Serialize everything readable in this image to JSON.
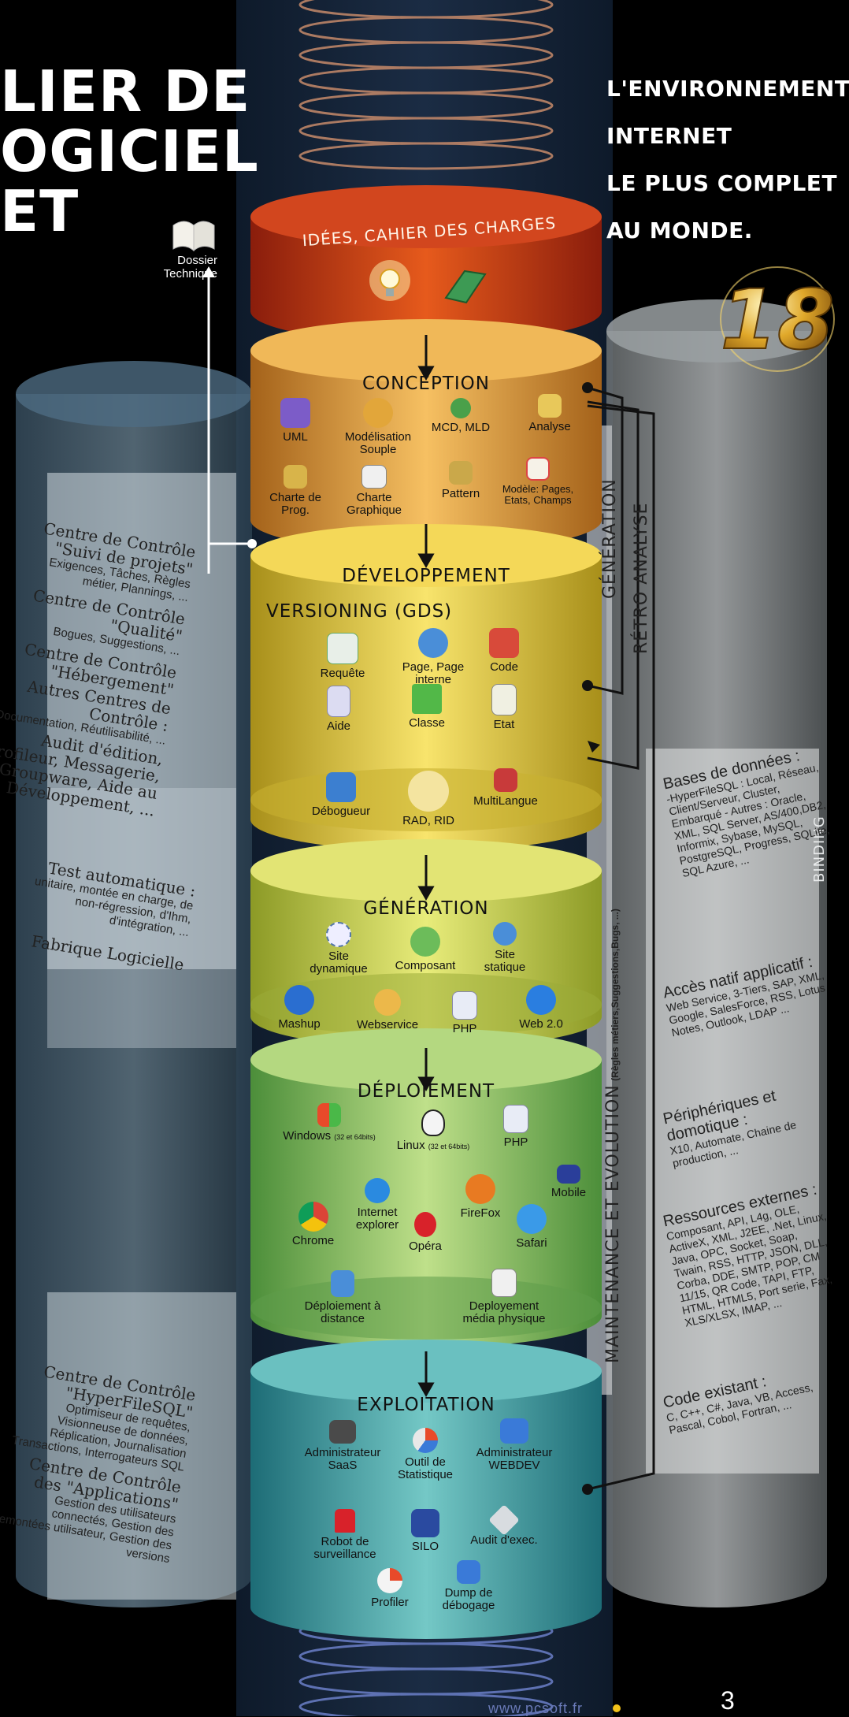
{
  "header": {
    "title_lines": [
      "LIER DE",
      "OGICIEL",
      "ET"
    ],
    "tagline": [
      "L'ENVIRONNEMENT",
      "INTERNET",
      "LE PLUS COMPLET",
      "AU MONDE."
    ],
    "badge": "18",
    "dossier": [
      "Dossier",
      "Technique"
    ]
  },
  "layers": {
    "idees": {
      "title": "IDÉES, CAHIER DES CHARGES"
    },
    "conception": {
      "title": "CONCEPTION",
      "items": [
        "UML",
        "Modélisation Souple",
        "MCD, MLD",
        "Analyse",
        "Charte de Prog.",
        "Charte Graphique",
        "Pattern",
        "Modèle: Pages, Etats, Champs"
      ]
    },
    "developpement": {
      "title": "DÉVELOPPEMENT",
      "subtitle": "VERSIONING (GDS)",
      "items": [
        "Requête",
        "Page, Page interne",
        "Code",
        "Aide",
        "Classe",
        "Etat",
        "Débogueur",
        "RAD, RID",
        "MultiLangue"
      ]
    },
    "generation": {
      "title": "GÉNÉRATION",
      "items": [
        "Site dynamique",
        "Composant",
        "Site statique",
        "Mashup",
        "Webservice",
        "PHP",
        "Web 2.0"
      ]
    },
    "deploiement": {
      "title": "DÉPLOIEMENT",
      "windows_main": "Windows",
      "windows_note": "(32 et 64bits)",
      "linux_main": "Linux",
      "linux_note": "(32 et 64bits)",
      "items": [
        "PHP",
        "Mobile",
        "Internet explorer",
        "FireFox",
        "Chrome",
        "Opéra",
        "Safari",
        "Déploiement à distance",
        "Deployement média physique"
      ]
    },
    "exploitation": {
      "title": "EXPLOITATION",
      "items": [
        "Administrateur SaaS",
        "Outil de Statistique",
        "Administrateur WEBDEV",
        "Robot de surveillance",
        "SILO",
        "Audit d'exec.",
        "Profiler",
        "Dump de débogage"
      ]
    }
  },
  "left_panels": {
    "p1": [
      {
        "title": "Centre de Contrôle \"Suivi de projets\"",
        "text": "Exigences, Tâches, Règles métier, Plannings, ..."
      },
      {
        "title": "Centre de Contrôle \"Qualité\"",
        "text": "Bogues, Suggestions, ..."
      },
      {
        "title": "Centre de Contrôle \"Hébergement\"",
        "text": ""
      },
      {
        "title": "Autres Centres de Contrôle :",
        "text": "Documentation, Réutilisabilité, ..."
      },
      {
        "title": "Audit d'édition, Profileur, Messagerie, Groupware, Aide au Développement, ...",
        "text": ""
      }
    ],
    "p2": [
      {
        "title": "Test automatique :",
        "text": "unitaire, montée en charge, de non-régression, d'Ihm, d'intégration, ..."
      },
      {
        "title": "Fabrique Logicielle",
        "text": ""
      }
    ],
    "p3": [
      {
        "title": "Centre de Contrôle \"HyperFileSQL\"",
        "text": "Optimiseur de requêtes, Visionneuse de données, Réplication, Journalisation Transactions, Interrogateurs SQL"
      },
      {
        "title": "Centre de Contrôle des \"Applications\"",
        "text": "Gestion des utilisateurs connectés, Gestion des remontées utilisateur, Gestion des versions"
      }
    ]
  },
  "vertical_labels": [
    "GÉNÉRATION",
    "RÉTRO ANALYSE",
    "MAINTENANCE ET EVOLUTION",
    "(Règles métiers,Suggestions,Bugs, ...)",
    "BINDING"
  ],
  "right_panels": [
    {
      "title": "Bases de données :",
      "text": "-HyperFileSQL : Local, Réseau, Client/Serveur, Cluster, Embarqué - Autres : Oracle, XML, SQL Server, AS/400,DB2, Informix, Sybase, MySQL, PostgreSQL, Progress, SQLite, SQL Azure, ..."
    },
    {
      "title": "Accès natif applicatif :",
      "text": "Web Service, 3-Tiers, SAP, XML, Google, SalesForce, RSS, Lotus Notes, Outlook, LDAP ..."
    },
    {
      "title": "Périphériques et domotique :",
      "text": "X10, Automate, Chaine de production, ..."
    },
    {
      "title": "Ressources externes :",
      "text": "Composant, API, L4g, OLE, ActiveX, XML, J2EE, .Net, Linux, Java, OPC, Socket, Soap, Twain, RSS, HTTP, JSON, DLL, Corba, DDE, SMTP, POP, CM 11/15, QR Code, TAPI, FTP, HTML, HTML5, Port serie, Fax, XLS/XLSX, IMAP, ..."
    },
    {
      "title": "Code existant :",
      "text": "C, C++, C#, Java, VB, Access, Pascal, Cobol, Fortran, ..."
    }
  ],
  "footer": {
    "url": "www.pcsoft.fr",
    "page": "3"
  }
}
